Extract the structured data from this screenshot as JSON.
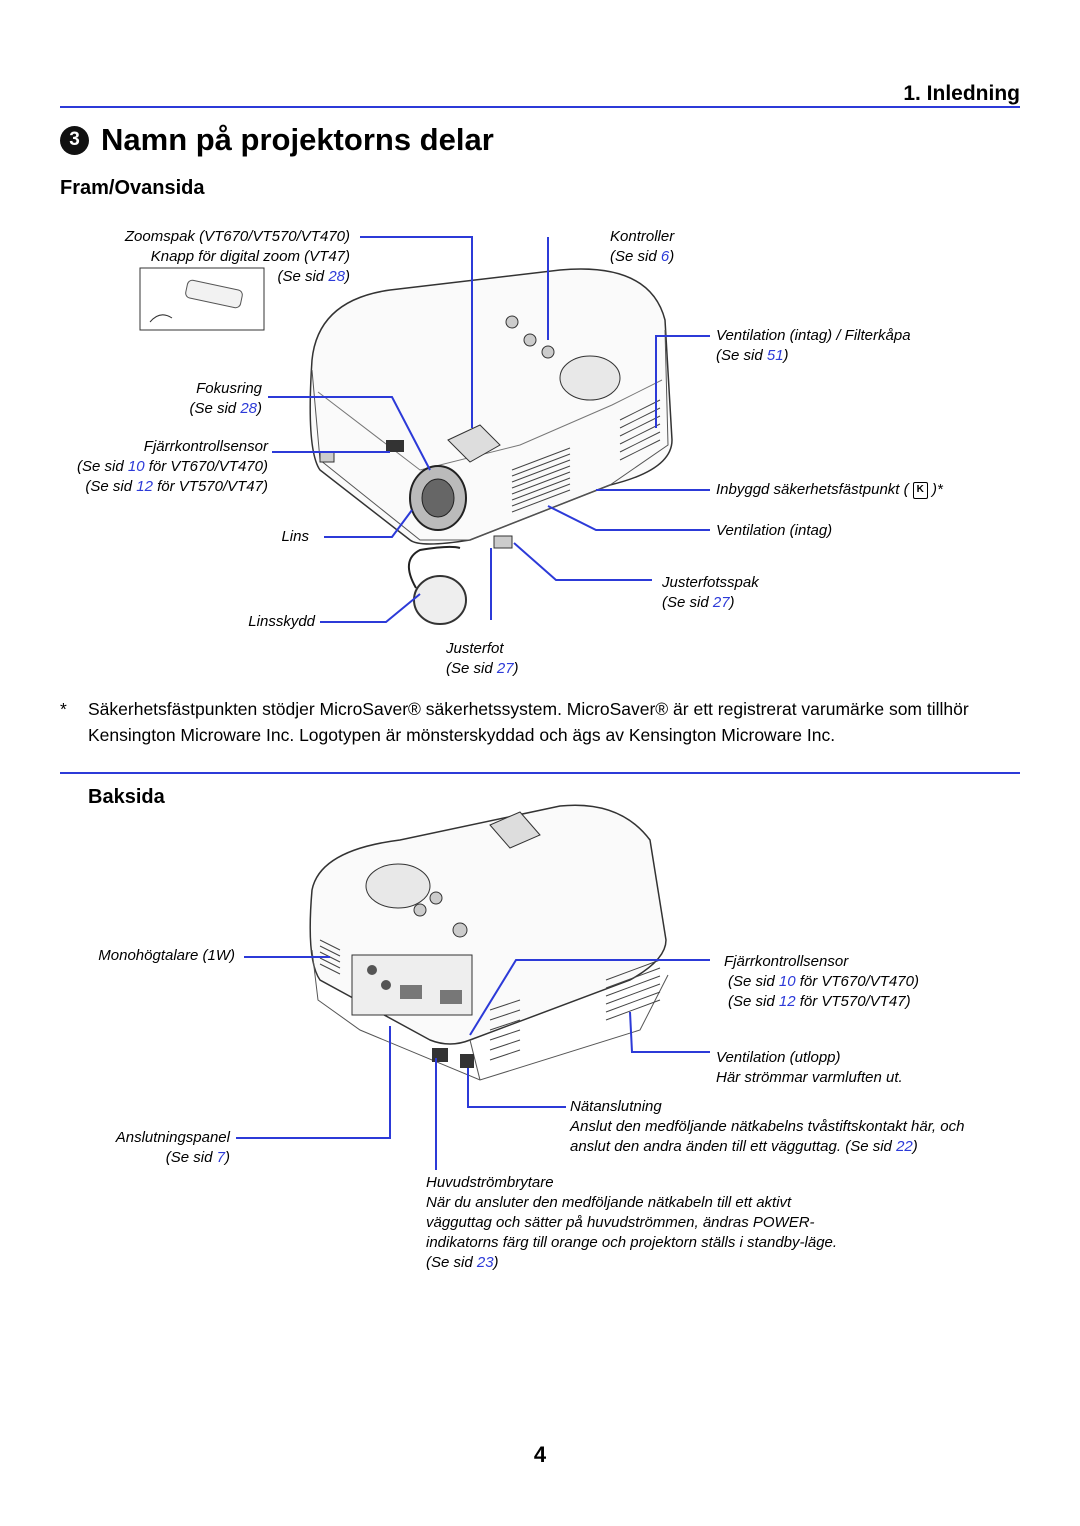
{
  "header": {
    "chapter": "1. Inledning"
  },
  "title": {
    "number": "3",
    "text": "Namn på projektorns delar"
  },
  "front": {
    "heading": "Fram/Ovansida",
    "zoom": {
      "line1": "Zoomspak (VT670/VT570/VT470)",
      "line2": "Knapp för digital zoom (VT47)",
      "ref_prefix": "(Se sid ",
      "ref_page": "28",
      "ref_suffix": ")"
    },
    "controls": {
      "line1": "Kontroller",
      "ref_prefix": "(Se sid ",
      "ref_page": "6",
      "ref_suffix": ")"
    },
    "vent_filter": {
      "line1": "Ventilation (intag) / Filterkåpa",
      "ref_prefix": "(Se sid ",
      "ref_page": "51",
      "ref_suffix": ")"
    },
    "focus": {
      "line1": "Fokusring",
      "ref_prefix": "(Se sid ",
      "ref_page": "28",
      "ref_suffix": ")"
    },
    "remote_sensor": {
      "line1": "Fjärrkontrollsensor",
      "ref1_prefix": "(Se sid ",
      "ref1_page": "10",
      "ref1_suffix": " för VT670/VT470)",
      "ref2_prefix": "(Se sid ",
      "ref2_page": "12",
      "ref2_suffix": " för VT570/VT47)"
    },
    "security": {
      "text_before": "Inbyggd säkerhetsfästpunkt (",
      "text_after": ")*"
    },
    "vent_intake": {
      "line1": "Ventilation (intag)"
    },
    "lens": {
      "line1": "Lins"
    },
    "foot_lever": {
      "line1": "Justerfotsspak",
      "ref_prefix": "(Se sid ",
      "ref_page": "27",
      "ref_suffix": ")"
    },
    "lens_cap": {
      "line1": "Linsskydd"
    },
    "foot": {
      "line1": "Justerfot",
      "ref_prefix": "(Se sid ",
      "ref_page": "27",
      "ref_suffix": ")"
    }
  },
  "note": {
    "star": "*",
    "text": "Säkerhetsfästpunkten stödjer MicroSaver® säkerhetssystem. MicroSaver® är ett registrerat varumärke som tillhör Kensington Microware Inc. Logotypen är mönsterskyddad och ägs av Kensington Microware Inc."
  },
  "rear": {
    "heading": "Baksida",
    "speaker": {
      "line1": "Monohögtalare (1W)"
    },
    "remote_sensor": {
      "line1": "Fjärrkontrollsensor",
      "ref1_prefix": "(Se sid ",
      "ref1_page": "10",
      "ref1_suffix": " för VT670/VT470)",
      "ref2_prefix": "(Se sid ",
      "ref2_page": "12",
      "ref2_suffix": " för VT570/VT47)"
    },
    "vent_exhaust": {
      "line1": "Ventilation (utlopp)",
      "line2": "Här strömmar varmluften ut."
    },
    "ac_input": {
      "line1": "Nätanslutning",
      "line2": "Anslut den medföljande nätkabelns tvåstiftskontakt här, och",
      "line3_prefix": "anslut den andra änden till ett vägguttag. (Se sid ",
      "line3_page": "22",
      "line3_suffix": ")"
    },
    "conn_panel": {
      "line1": "Anslutningspanel",
      "ref_prefix": "(Se sid ",
      "ref_page": "7",
      "ref_suffix": ")"
    },
    "main_switch": {
      "line1": "Huvudströmbrytare",
      "line2": "När du ansluter den medföljande nätkabeln till ett aktivt",
      "line3": "vägguttag och sätter på huvudströmmen, ändras POWER-",
      "line4": "indikatorns färg till orange och projektorn ställs i standby-läge.",
      "ref_prefix": "(Se sid ",
      "ref_page": "23",
      "ref_suffix": ")"
    }
  },
  "page_number": "4",
  "colors": {
    "accent": "#2c3ad8"
  }
}
